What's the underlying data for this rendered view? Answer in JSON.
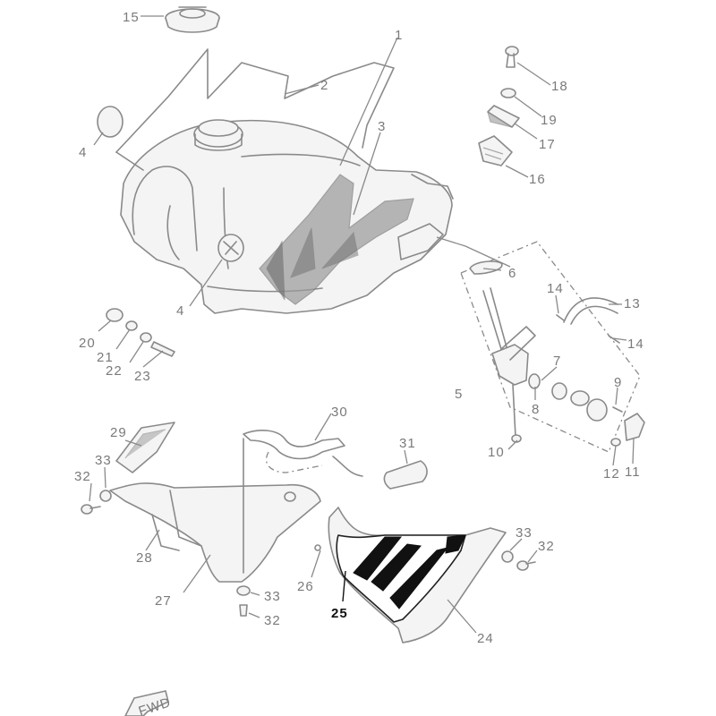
{
  "callouts": {
    "c1": "1",
    "c2": "2",
    "c3": "3",
    "c4a": "4",
    "c4b": "4",
    "c5": "5",
    "c6": "6",
    "c7": "7",
    "c8": "8",
    "c9": "9",
    "c10": "10",
    "c11": "11",
    "c12": "12",
    "c13": "13",
    "c14a": "14",
    "c14b": "14",
    "c15": "15",
    "c16": "16",
    "c17": "17",
    "c18": "18",
    "c19": "19",
    "c20": "20",
    "c21": "21",
    "c22": "22",
    "c23": "23",
    "c24": "24",
    "c25": "25",
    "c26": "26",
    "c27": "27",
    "c28": "28",
    "c29": "29",
    "c30": "30",
    "c31": "31",
    "c32a": "32",
    "c32b": "32",
    "c32c": "32",
    "c33a": "33",
    "c33b": "33",
    "c33c": "33"
  },
  "highlighted_part": "25",
  "fwd_marker": "FWD",
  "colors": {
    "line": "#8a8a8a",
    "highlight": "#111111"
  }
}
